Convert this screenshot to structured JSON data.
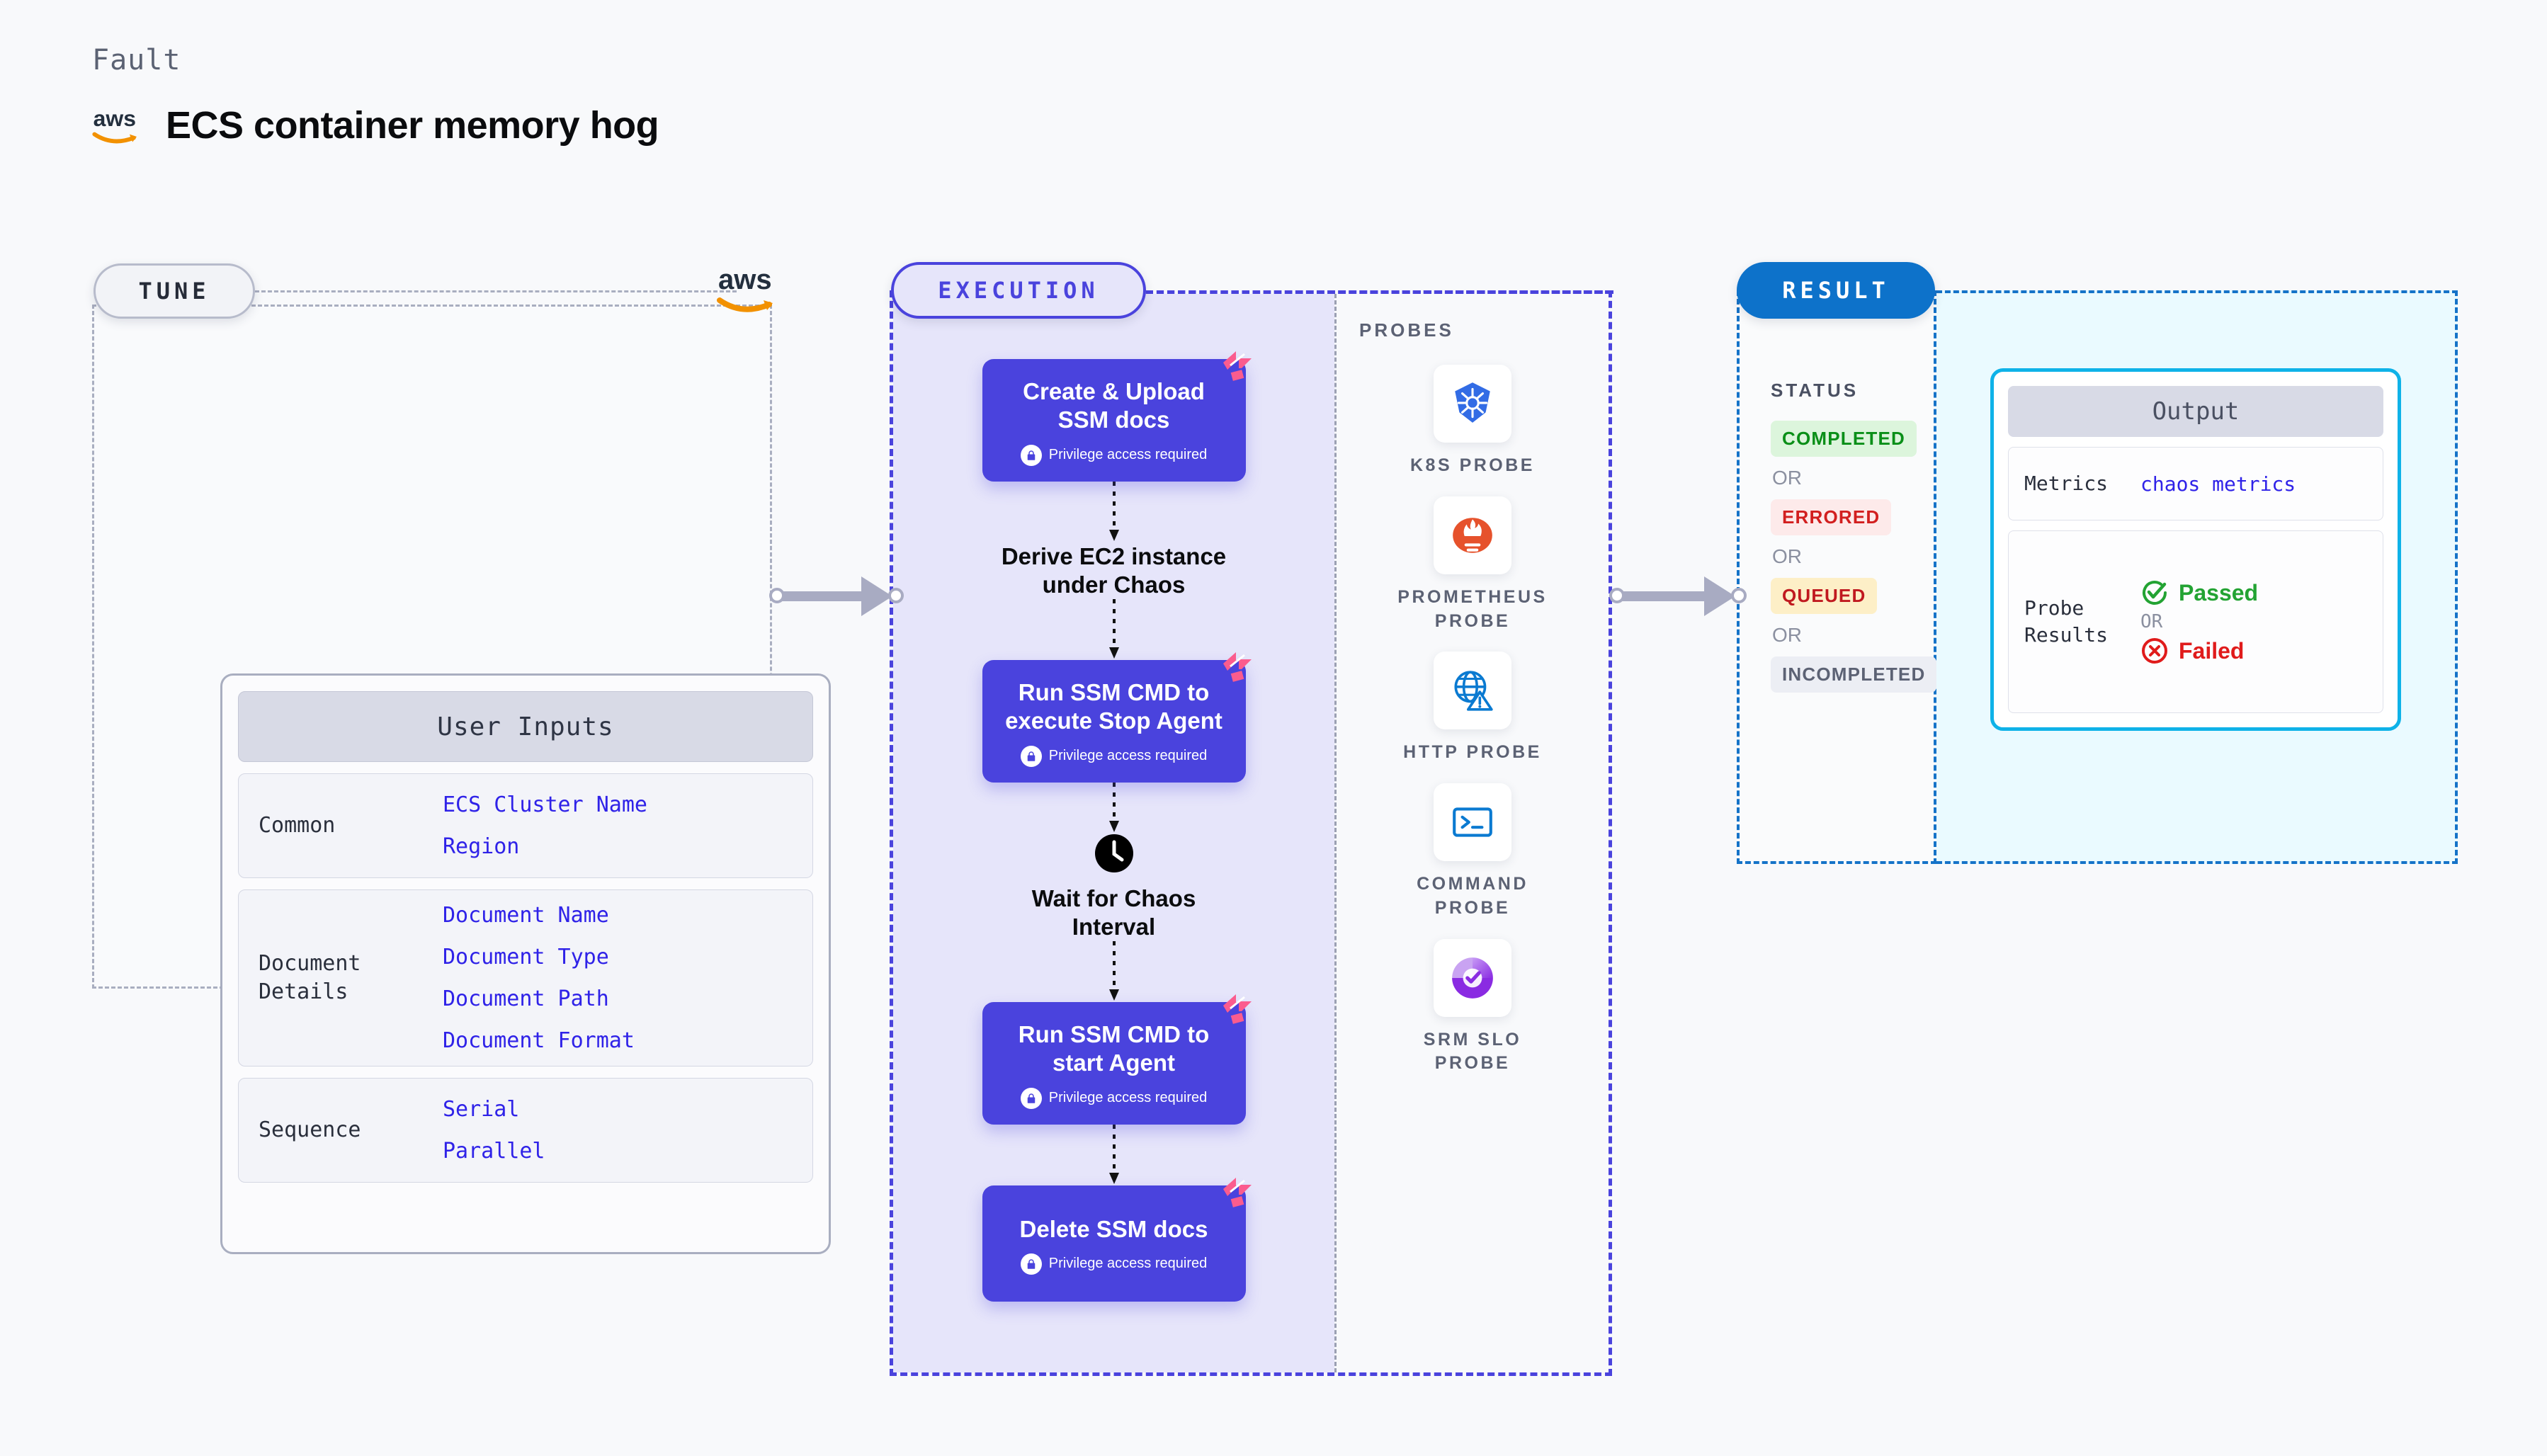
{
  "header": {
    "kicker": "Fault",
    "title": "ECS container memory hog",
    "logo_icon": "aws-logo"
  },
  "tune": {
    "pill_label": "TUNE",
    "provider_logo_icon": "aws-logo",
    "card_title": "User Inputs",
    "groups": [
      {
        "label": "Common",
        "values": [
          "ECS Cluster Name",
          "Region"
        ]
      },
      {
        "label": "Document\nDetails",
        "values": [
          "Document Name",
          "Document Type",
          "Document Path",
          "Document Format"
        ]
      },
      {
        "label": "Sequence",
        "values": [
          "Serial",
          "Parallel"
        ]
      }
    ]
  },
  "execution": {
    "pill_label": "EXECUTION",
    "privilege_note": "Privilege access required",
    "steps": [
      {
        "type": "node",
        "label": "Create & Upload SSM docs",
        "privileged": true,
        "icon": "litmus-badge-icon"
      },
      {
        "type": "plain",
        "label": "Derive EC2 instance under Chaos",
        "privileged": false,
        "icon": ""
      },
      {
        "type": "node",
        "label": "Run SSM CMD to execute Stop Agent",
        "privileged": true,
        "icon": "litmus-badge-icon"
      },
      {
        "type": "clock",
        "label": "Wait for Chaos Interval",
        "privileged": false,
        "icon": "clock-icon"
      },
      {
        "type": "node",
        "label": "Run SSM CMD to start Agent",
        "privileged": true,
        "icon": "litmus-badge-icon"
      },
      {
        "type": "node",
        "label": "Delete SSM docs",
        "privileged": true,
        "icon": "litmus-badge-icon"
      }
    ]
  },
  "probes": {
    "section_label": "PROBES",
    "items": [
      {
        "name": "K8S PROBE",
        "icon": "kubernetes-icon"
      },
      {
        "name": "PROMETHEUS PROBE",
        "icon": "prometheus-icon"
      },
      {
        "name": "HTTP PROBE",
        "icon": "http-globe-icon"
      },
      {
        "name": "COMMAND PROBE",
        "icon": "terminal-icon"
      },
      {
        "name": "SRM SLO PROBE",
        "icon": "srm-slo-icon"
      }
    ]
  },
  "result": {
    "pill_label": "RESULT",
    "status_label": "STATUS",
    "or_label": "OR",
    "statuses": [
      {
        "label": "COMPLETED",
        "bg": "#dcf5dc",
        "fg": "#0a8f18"
      },
      {
        "label": "ERRORED",
        "bg": "#fdeaea",
        "fg": "#d21f1f"
      },
      {
        "label": "QUEUED",
        "bg": "#fdefc7",
        "fg": "#c0191f"
      },
      {
        "label": "INCOMPLETED",
        "bg": "#eceef4",
        "fg": "#5c6274"
      }
    ],
    "output": {
      "title": "Output",
      "metrics_label": "Metrics",
      "metrics_value": "chaos metrics",
      "probe_results_label": "Probe\nResults",
      "passed_label": "Passed",
      "failed_label": "Failed",
      "or_label": "OR",
      "passed_icon": "check-circle-icon",
      "failed_icon": "x-circle-icon"
    }
  },
  "colors": {
    "accent_purple": "#4a43dd",
    "accent_blue": "#0d72ca",
    "accent_cyan": "#0fb2e8",
    "litmus_pink": "#fb5c8e",
    "aws_orange": "#f29100",
    "value_blue": "#2f22e8",
    "connector_grey": "#a8abc2"
  }
}
